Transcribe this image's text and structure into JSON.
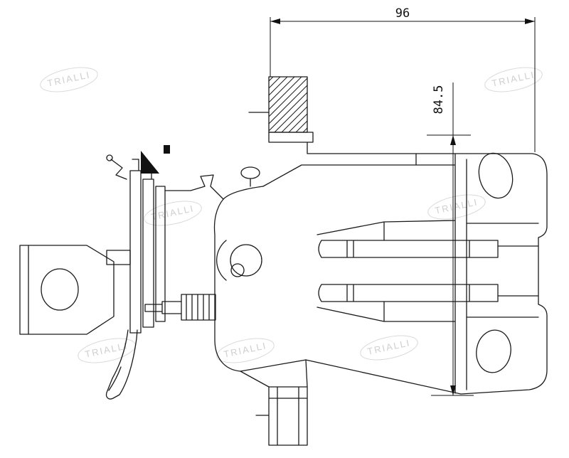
{
  "drawing": {
    "type": "technical-drawing",
    "subject": "brake-caliper-side-view",
    "line_color": "#1a1a1a",
    "background_color": "#ffffff",
    "dimensions": {
      "width": {
        "label": "96"
      },
      "height": {
        "label": "84.5"
      }
    },
    "watermark": {
      "text": "TRIALLI",
      "color": "#cfcfcf"
    }
  }
}
